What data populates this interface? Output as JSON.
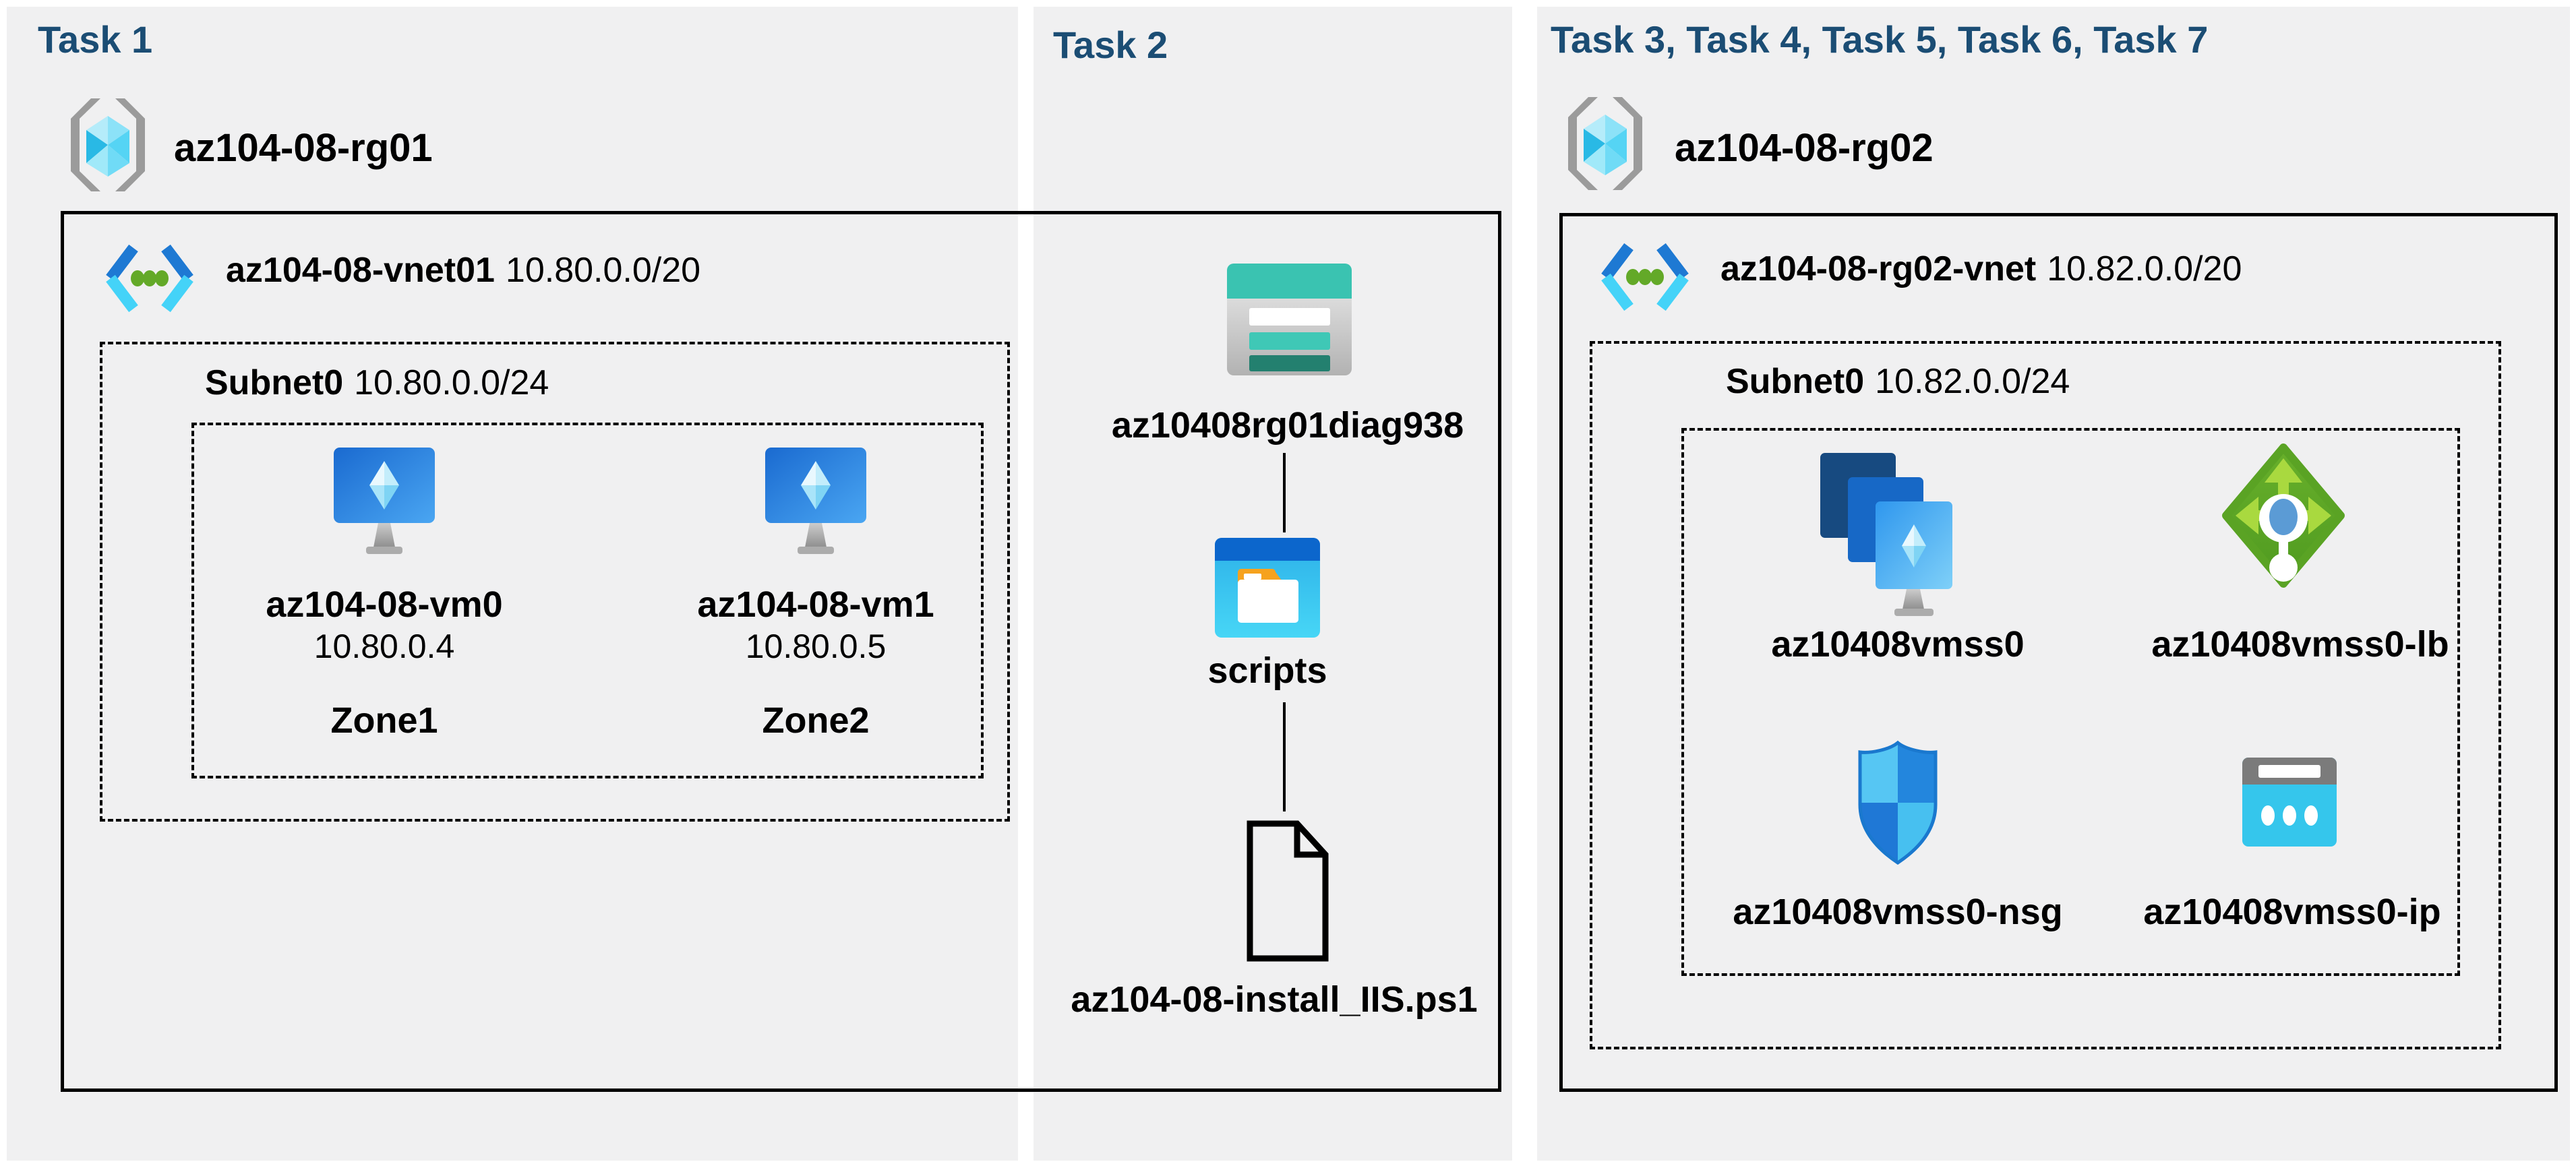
{
  "diagram": {
    "panels": [
      {
        "title": "Task 1",
        "resource_group": "az104-08-rg01",
        "vnet_name": "az104-08-vnet01",
        "vnet_cidr": "10.80.0.0/20",
        "subnet_name": "Subnet0",
        "subnet_cidr": "10.80.0.0/24",
        "vms": [
          {
            "name": "az104-08-vm0",
            "ip": "10.80.0.4",
            "zone": "Zone1"
          },
          {
            "name": "az104-08-vm1",
            "ip": "10.80.0.5",
            "zone": "Zone2"
          }
        ]
      },
      {
        "title": "Task 2",
        "storage_account": "az10408rg01diag938",
        "folder": "scripts",
        "script_file": "az104-08-install_IIS.ps1"
      },
      {
        "title": "Task 3, Task 4, Task 5, Task 6, Task 7",
        "resource_group": "az104-08-rg02",
        "vnet_name": "az104-08-rg02-vnet",
        "vnet_cidr": "10.82.0.0/20",
        "subnet_name": "Subnet0",
        "subnet_cidr": "10.82.0.0/24",
        "vmss": "az10408vmss0",
        "load_balancer": "az10408vmss0-lb",
        "nsg": "az10408vmss0-nsg",
        "public_ip": "az10408vmss0-ip"
      }
    ],
    "colors": {
      "header": "#1b4d74",
      "panel_bg": "#f0f0f1",
      "border": "#000000"
    }
  }
}
